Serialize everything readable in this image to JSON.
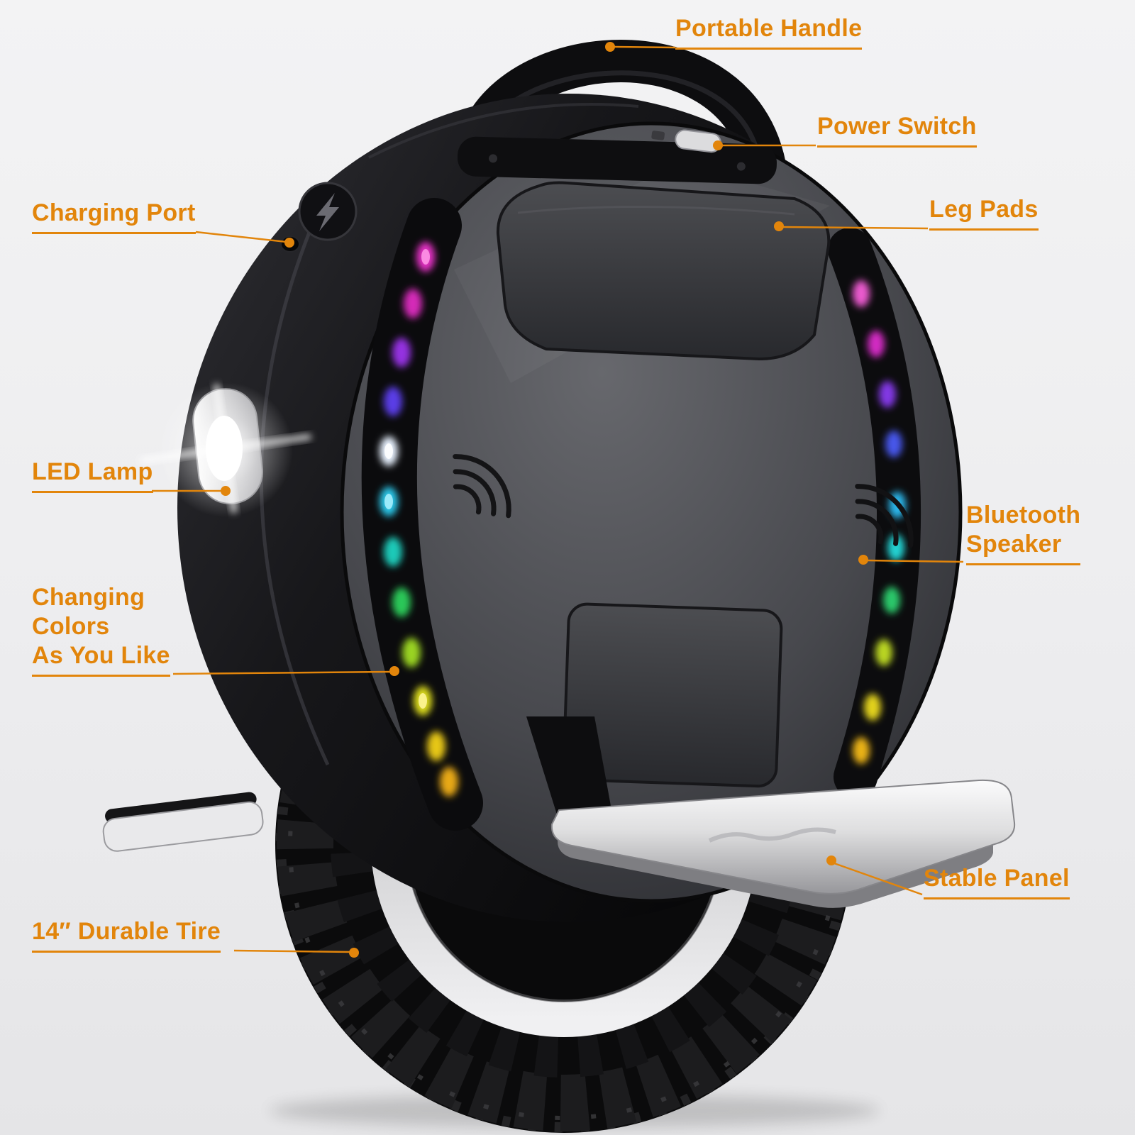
{
  "style": {
    "accent_color": "#E2850B",
    "background_color": "#ededef",
    "shell_color": "#141417",
    "face_color": "#47484d",
    "pedal_color": "#dededf",
    "led_colors_left": [
      "#e632c6",
      "#d42ab8",
      "#9432e0",
      "#5a3ee6",
      "#e8f2ff",
      "#2cc8ea",
      "#1ac9b8",
      "#2cc858",
      "#9ad322",
      "#dede1c",
      "#e6c614",
      "#e8a912"
    ],
    "led_colors_right": [
      "#ea5ace",
      "#d22cc2",
      "#8238e4",
      "#4656ea",
      "#2ab6ea",
      "#22d2d2",
      "#2cc86a",
      "#bad522",
      "#e2d21a",
      "#eab212"
    ]
  },
  "annotations": {
    "portable_handle": "Portable Handle",
    "power_switch": "Power Switch",
    "charging_port": "Charging Port",
    "leg_pads": "Leg Pads",
    "led_lamp": "LED Lamp",
    "bluetooth_speaker_line1": "Bluetooth",
    "bluetooth_speaker_line2": "Speaker",
    "changing_colors_line1": "Changing",
    "changing_colors_line2": "Colors",
    "changing_colors_line3": "As You Like",
    "stable_panel": "Stable Panel",
    "durable_tire": "14″ Durable Tire"
  },
  "icons": {
    "charging_port_icon": "lightning-bolt",
    "speaker_icon": "sound-wave-arcs",
    "led_lamp_icon": "light-flare"
  }
}
